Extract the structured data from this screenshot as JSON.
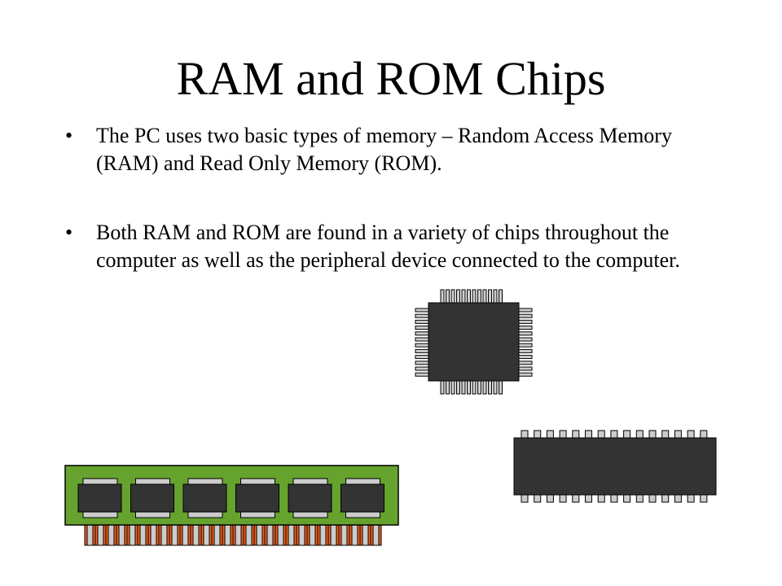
{
  "slide": {
    "title": "RAM and ROM Chips",
    "bullets": [
      {
        "marker": "•",
        "text": "The PC uses two basic types of memory – Random Access Memory (RAM) and Read Only Memory (ROM)."
      },
      {
        "marker": "•",
        "text": "Both RAM and ROM are found in a variety of chips throughout the computer as well as the peripheral device connected to the computer."
      }
    ]
  },
  "illustrations": {
    "chip_body_color": "#333333",
    "pin_color": "#cccccc",
    "module_board_color": "#66a32e",
    "module_contact_color": "#f26522",
    "outline_color": "#000000"
  }
}
